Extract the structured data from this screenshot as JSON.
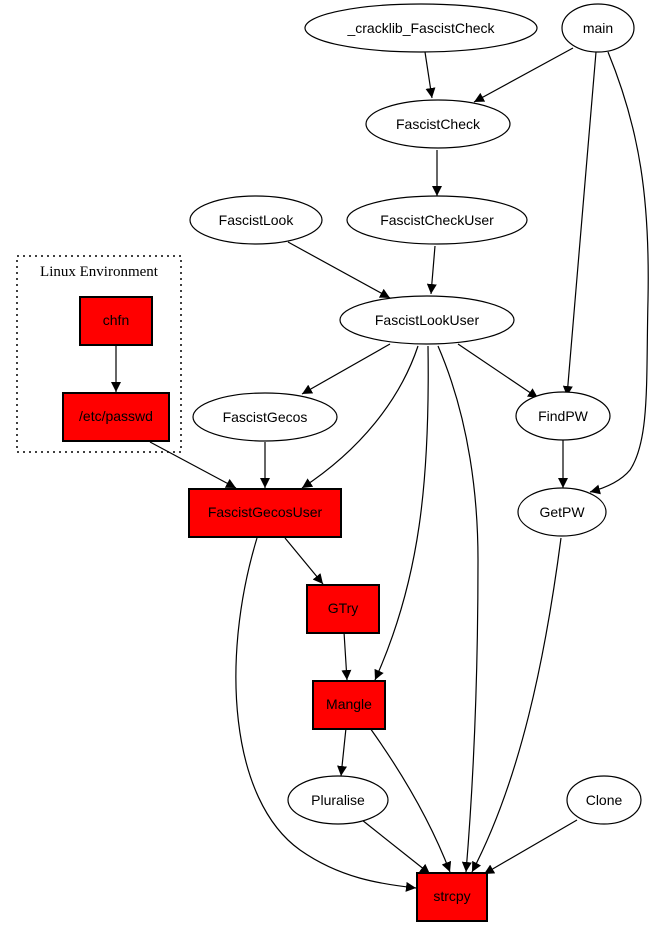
{
  "diagram": {
    "cluster": {
      "label": "Linux Environment"
    },
    "nodes": {
      "cracklib": {
        "label": "_cracklib_FascistCheck",
        "highlighted": false
      },
      "main": {
        "label": "main",
        "highlighted": false
      },
      "fascistcheck": {
        "label": "FascistCheck",
        "highlighted": false
      },
      "fascistlook": {
        "label": "FascistLook",
        "highlighted": false
      },
      "fascistcheckuser": {
        "label": "FascistCheckUser",
        "highlighted": false
      },
      "fascistlookuser": {
        "label": "FascistLookUser",
        "highlighted": false
      },
      "chfn": {
        "label": "chfn",
        "highlighted": true
      },
      "etcpasswd": {
        "label": "/etc/passwd",
        "highlighted": true
      },
      "fascistgecos": {
        "label": "FascistGecos",
        "highlighted": false
      },
      "findpw": {
        "label": "FindPW",
        "highlighted": false
      },
      "fascistgecosuser": {
        "label": "FascistGecosUser",
        "highlighted": true
      },
      "getpw": {
        "label": "GetPW",
        "highlighted": false
      },
      "gtry": {
        "label": "GTry",
        "highlighted": true
      },
      "mangle": {
        "label": "Mangle",
        "highlighted": true
      },
      "pluralise": {
        "label": "Pluralise",
        "highlighted": false
      },
      "clone": {
        "label": "Clone",
        "highlighted": false
      },
      "strcpy": {
        "label": "strcpy",
        "highlighted": true
      }
    },
    "edges": [
      [
        "cracklib",
        "fascistcheck"
      ],
      [
        "main",
        "fascistcheck"
      ],
      [
        "main",
        "findpw"
      ],
      [
        "main",
        "getpw"
      ],
      [
        "fascistcheck",
        "fascistcheckuser"
      ],
      [
        "fascistcheckuser",
        "fascistlookuser"
      ],
      [
        "fascistlook",
        "fascistlookuser"
      ],
      [
        "fascistlookuser",
        "fascistgecos"
      ],
      [
        "fascistlookuser",
        "fascistgecosuser"
      ],
      [
        "fascistlookuser",
        "mangle"
      ],
      [
        "fascistlookuser",
        "strcpy"
      ],
      [
        "fascistlookuser",
        "findpw"
      ],
      [
        "chfn",
        "etcpasswd"
      ],
      [
        "etcpasswd",
        "fascistgecosuser"
      ],
      [
        "fascistgecos",
        "fascistgecosuser"
      ],
      [
        "findpw",
        "getpw"
      ],
      [
        "fascistgecosuser",
        "gtry"
      ],
      [
        "fascistgecosuser",
        "strcpy"
      ],
      [
        "getpw",
        "strcpy"
      ],
      [
        "gtry",
        "mangle"
      ],
      [
        "mangle",
        "pluralise"
      ],
      [
        "mangle",
        "strcpy"
      ],
      [
        "pluralise",
        "strcpy"
      ],
      [
        "clone",
        "strcpy"
      ]
    ],
    "colors": {
      "highlight_fill": "#ff0000",
      "node_fill": "#ffffff",
      "stroke": "#000000"
    }
  }
}
